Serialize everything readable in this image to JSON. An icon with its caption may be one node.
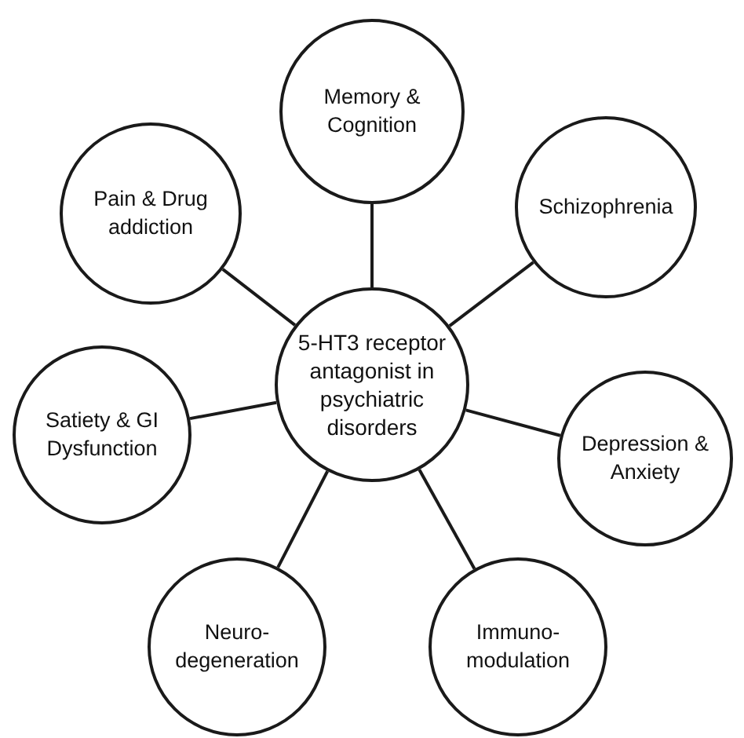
{
  "diagram": {
    "nodes": [
      {
        "text": [
          "5-HT3 receptor antagonist in psychiatric disorders"
        ]
      },
      {
        "text": [
          "Memory & Cognition"
        ]
      },
      {
        "text": [
          "Schizophrenia"
        ]
      },
      {
        "text": [
          "Depression & Anxiety"
        ]
      },
      {
        "text": [
          "Immuno-modulation"
        ]
      },
      {
        "text": [
          "Neuro-degeneration"
        ]
      },
      {
        "text": [
          "Satiety & GI Dysfunction"
        ]
      },
      {
        "text": [
          "Pain & Drug addiction"
        ]
      }
    ],
    "edges": [
      {
        "from": 0,
        "to": 1,
        "arrow": "none"
      },
      {
        "from": 0,
        "to": 2,
        "arrow": "none"
      },
      {
        "from": 0,
        "to": 3,
        "arrow": "none"
      },
      {
        "from": 0,
        "to": 4,
        "arrow": "none"
      },
      {
        "from": 0,
        "to": 5,
        "arrow": "none"
      },
      {
        "from": 0,
        "to": 6,
        "arrow": "none"
      },
      {
        "from": 0,
        "to": 7,
        "arrow": "none"
      }
    ]
  }
}
